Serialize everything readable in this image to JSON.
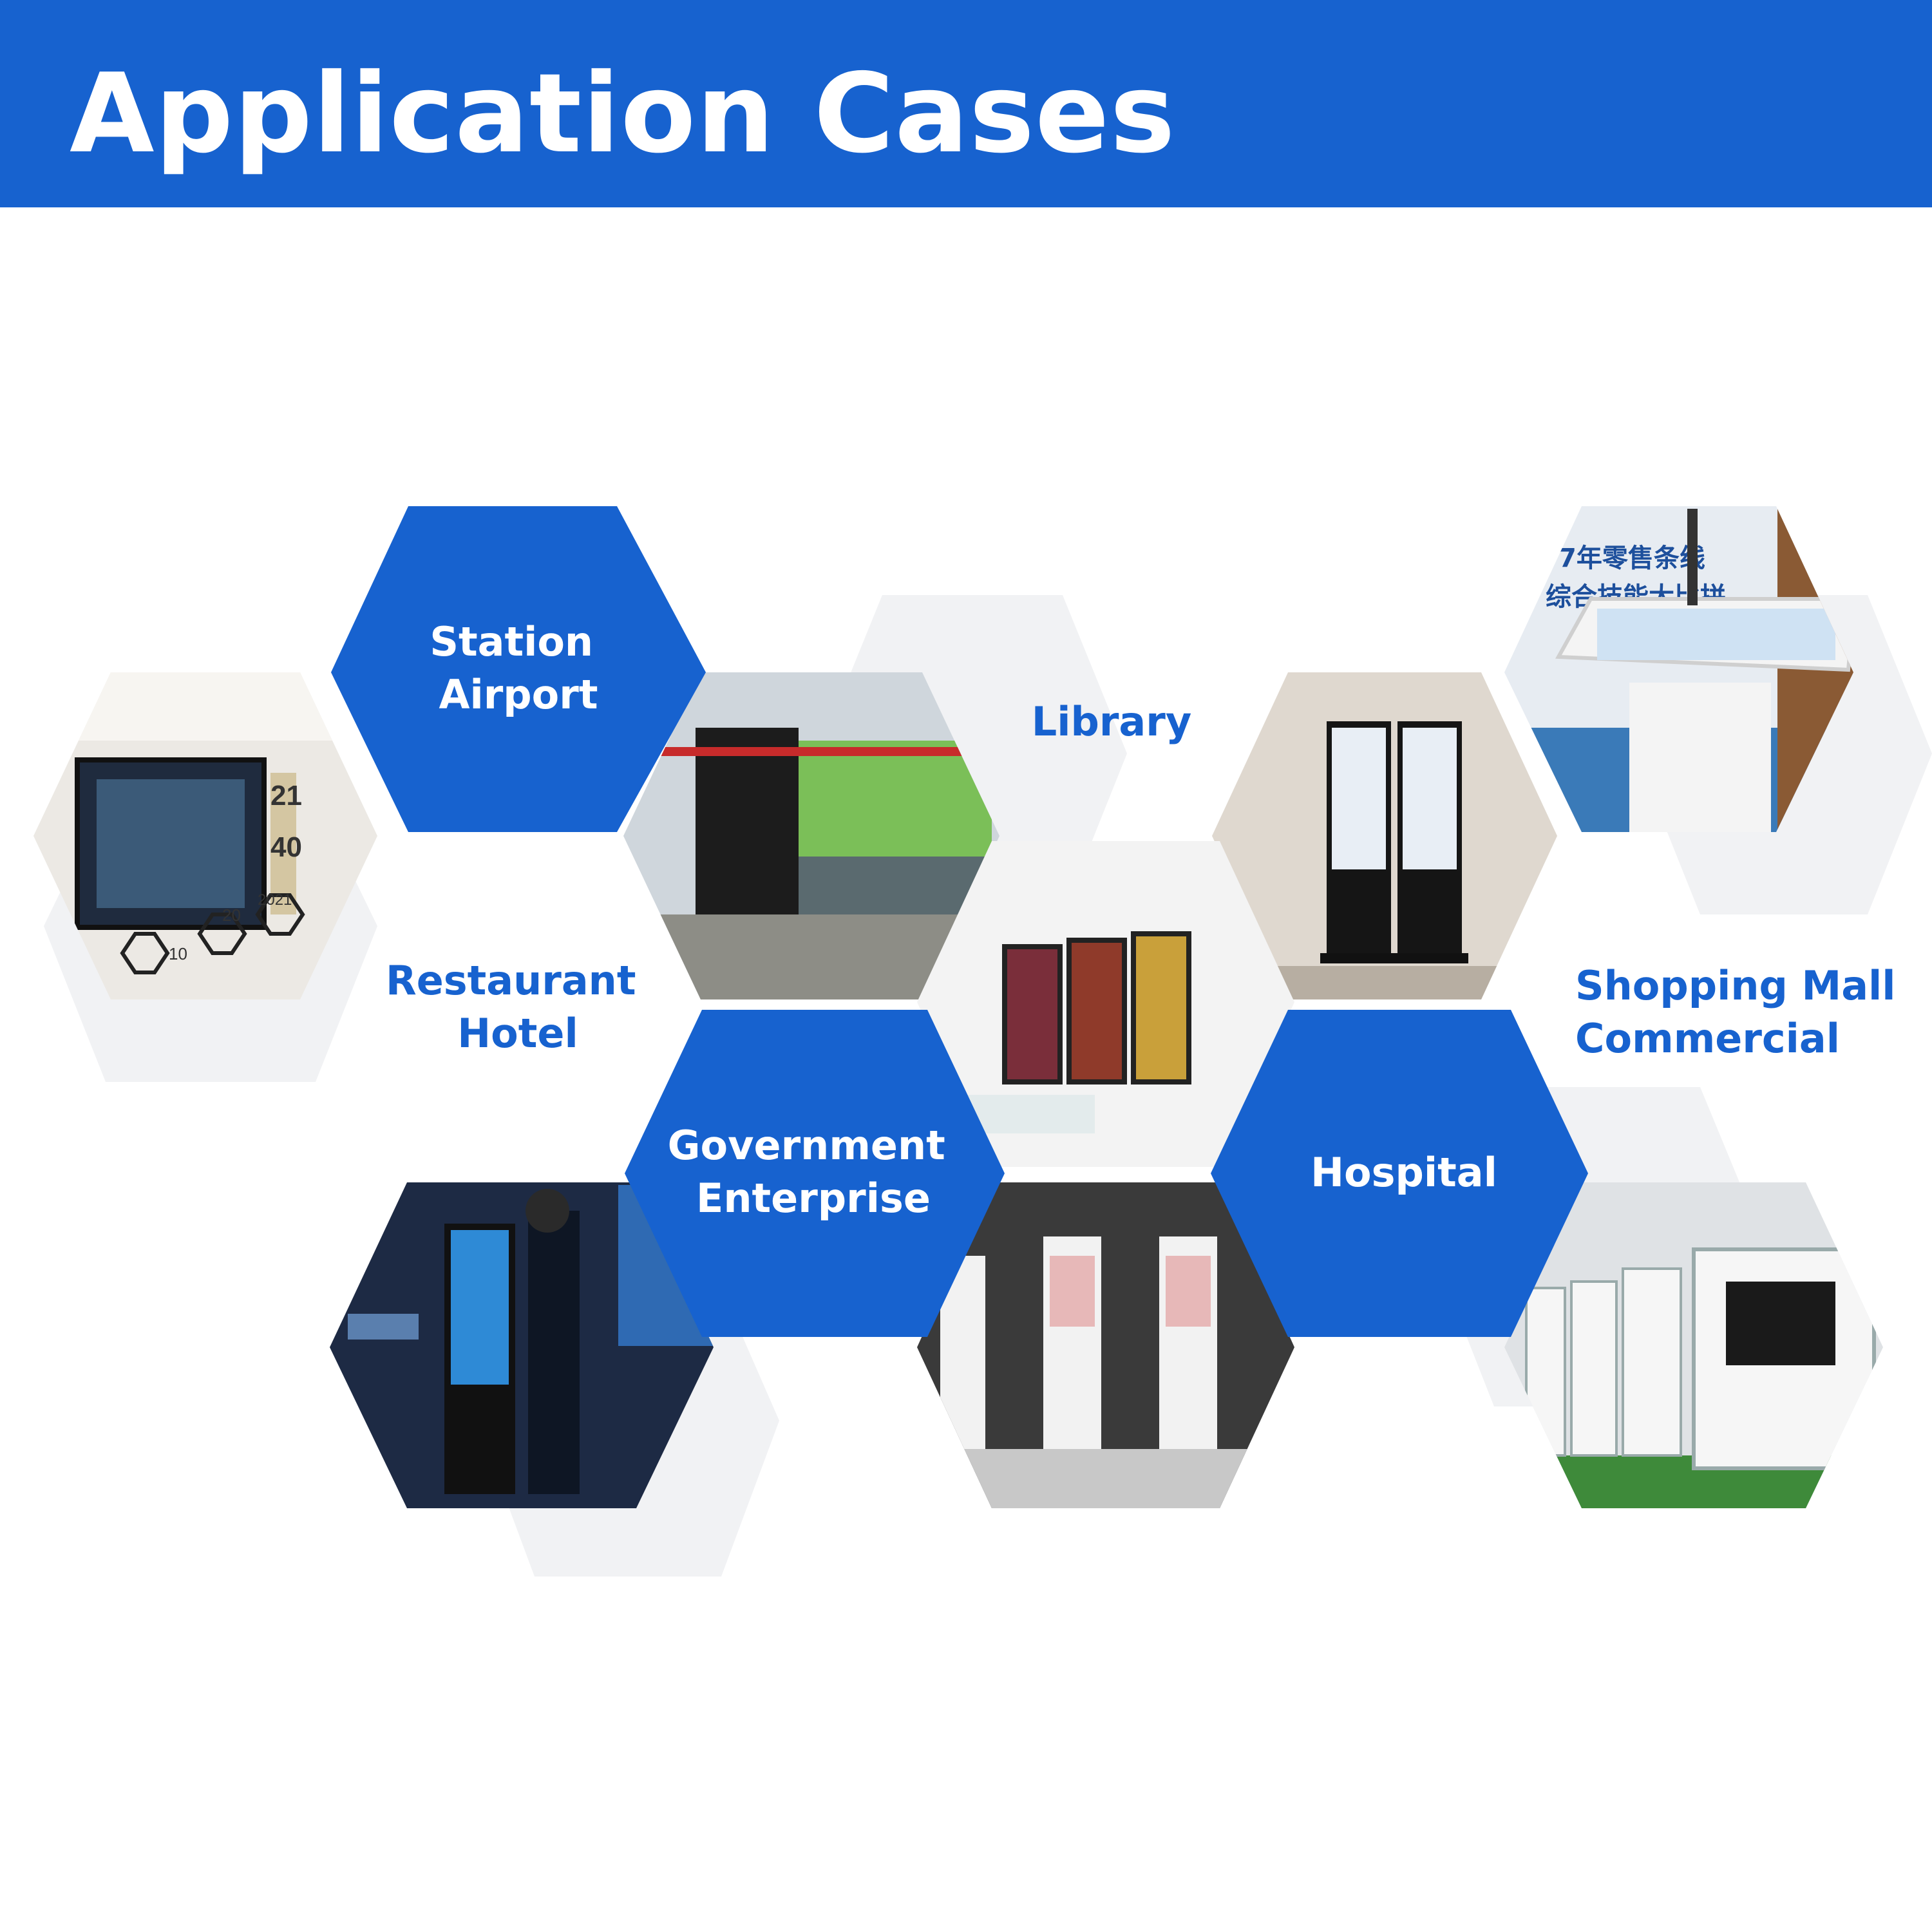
{
  "page": {
    "title": "Application Cases"
  },
  "colors": {
    "brand_blue": "#1762cf",
    "light_gray": "#f1f2f4",
    "white": "#ffffff"
  },
  "labels": {
    "station_airport": [
      "Station",
      "Airport"
    ],
    "library": [
      "Library"
    ],
    "restaurant_hotel": [
      "Restaurant",
      "Hotel"
    ],
    "shopping_mall_commercial": [
      "Shopping Mall",
      "Commercial"
    ],
    "government_enterprise": [
      "Government",
      "Enterprise"
    ],
    "hospital": [
      "Hospital"
    ]
  },
  "photos": {
    "exhibition_wall": {
      "texts": [
        "21",
        "40",
        "10",
        "20",
        "2021"
      ]
    },
    "bank_storefront": {
      "texts": []
    },
    "touch_kiosk_screen": {
      "texts": [
        "7年零售条线",
        "综合技能大比拼"
      ]
    },
    "dual_standing_displays": {
      "texts": []
    },
    "wall_art_displays": {
      "texts": []
    },
    "user_touching_kiosk": {
      "texts": []
    },
    "white_kiosks": {
      "texts": []
    },
    "self_service_terminals": {
      "texts": []
    }
  }
}
